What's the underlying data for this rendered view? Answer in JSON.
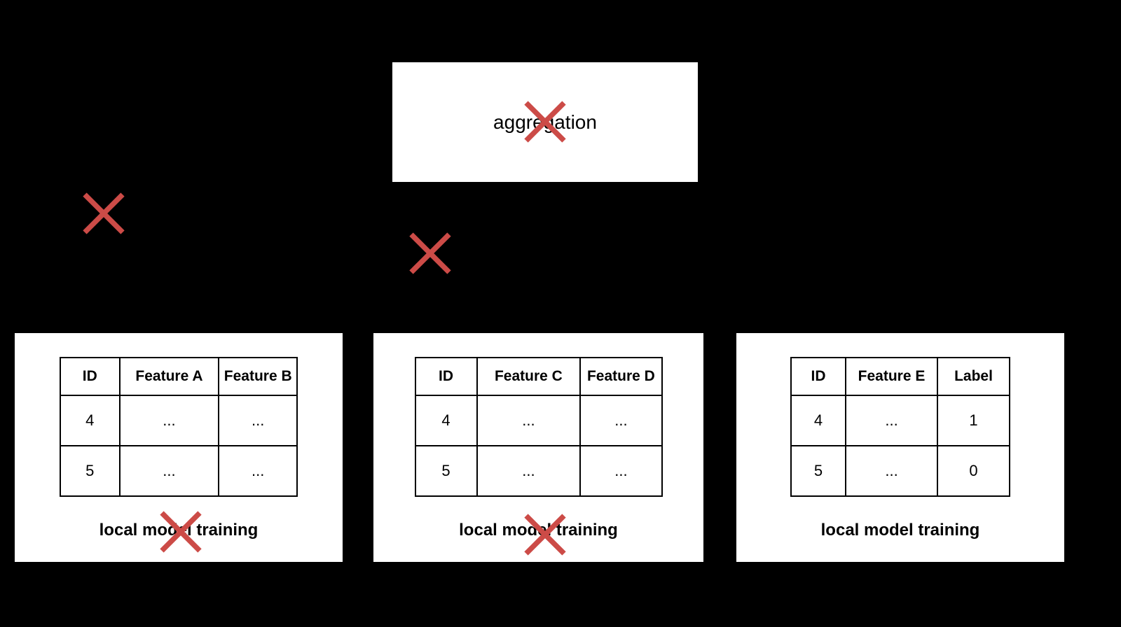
{
  "colors": {
    "background": "#000000",
    "panel_background": "#FFFFFF",
    "cross_red": "#CC4B47",
    "text": "#000000"
  },
  "aggregation_box": {
    "label": "aggregation",
    "crossed_out": true
  },
  "connector_crosses": [
    {
      "id": "left-connector-cross"
    },
    {
      "id": "middle-connector-cross"
    }
  ],
  "panels": [
    {
      "id": "party-left",
      "table": {
        "headers": [
          "ID",
          "Feature A",
          "Feature B"
        ],
        "rows": [
          [
            "4",
            "...",
            "..."
          ],
          [
            "5",
            "...",
            "..."
          ]
        ]
      },
      "caption": "local model training",
      "caption_crossed_out": true
    },
    {
      "id": "party-middle",
      "table": {
        "headers": [
          "ID",
          "Feature C",
          "Feature D"
        ],
        "rows": [
          [
            "4",
            "...",
            "..."
          ],
          [
            "5",
            "...",
            "..."
          ]
        ]
      },
      "caption": "local model training",
      "caption_crossed_out": true
    },
    {
      "id": "party-right",
      "table": {
        "headers": [
          "ID",
          "Feature E",
          "Label"
        ],
        "rows": [
          [
            "4",
            "...",
            "1"
          ],
          [
            "5",
            "...",
            "0"
          ]
        ]
      },
      "caption": "local model training",
      "caption_crossed_out": false
    }
  ]
}
